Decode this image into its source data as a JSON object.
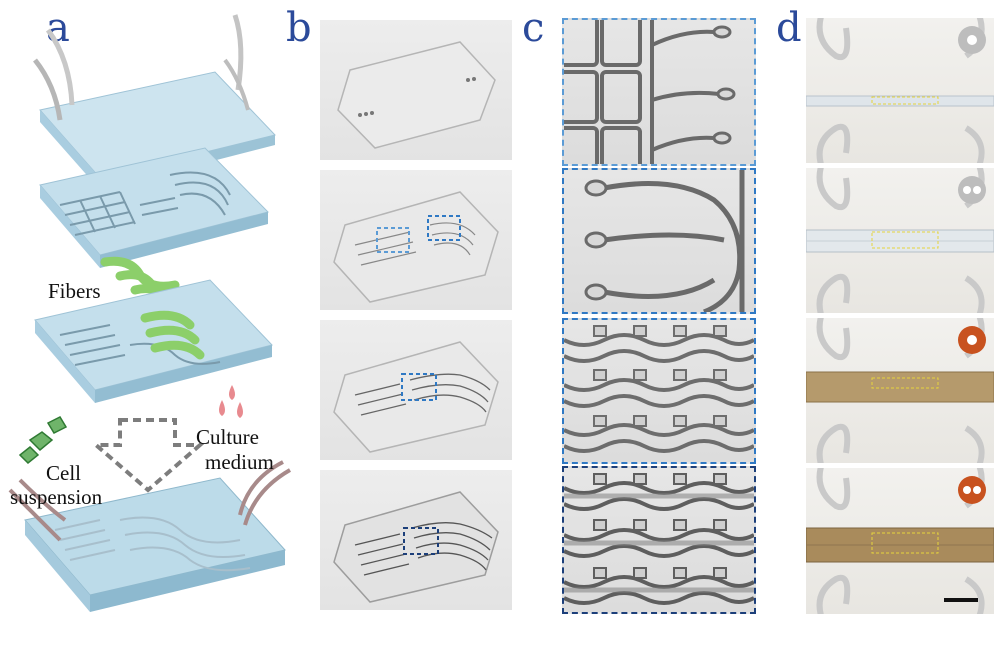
{
  "panels": {
    "a": "a",
    "b": "b",
    "c": "c",
    "d": "d"
  },
  "labels": {
    "fibers": "Fibers",
    "cell_suspension_line1": "Cell",
    "cell_suspension_line2": "suspension",
    "culture_medium_line1": "Culture",
    "culture_medium_line2": "medium"
  },
  "colors": {
    "panel_letter": "#2b4a9a",
    "chip_blue": "#bcdbe9",
    "fiber_green": "#8ccf6a",
    "light_box": "#5b9bd5",
    "mid_box": "#2f79c4",
    "dark_box": "#1c3f7a",
    "fiber_tan": "#a98b5c",
    "indicator_gray": "#bdbdbd",
    "indicator_orange": "#c8521f"
  },
  "indicators": [
    {
      "color": "gray",
      "holes": 1
    },
    {
      "color": "gray",
      "holes": 2
    },
    {
      "color": "orange",
      "holes": 1
    },
    {
      "color": "orange",
      "holes": 2
    }
  ]
}
